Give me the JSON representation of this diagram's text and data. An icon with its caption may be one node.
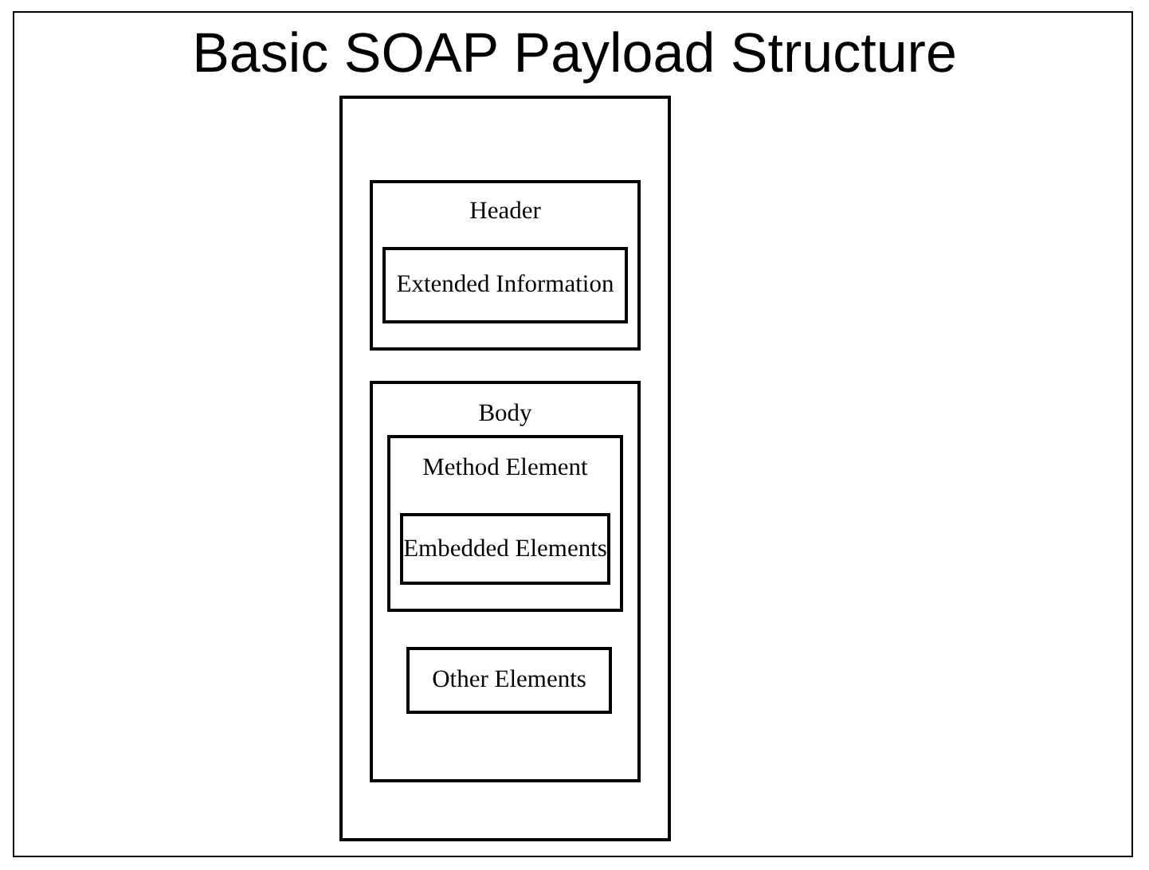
{
  "diagram": {
    "title": "Basic SOAP Payload Structure",
    "nodes": [
      {
        "text": [],
        "shape": "box"
      },
      {
        "text": [
          "Header"
        ],
        "in": 0
      },
      {
        "text": [
          "Extended Information"
        ],
        "in": 1
      },
      {
        "text": [
          "Body"
        ],
        "in": 0
      },
      {
        "text": [
          "Method Element"
        ],
        "in": 3
      },
      {
        "text": [
          "Embedded Elements"
        ],
        "in": 4
      },
      {
        "text": [
          "Other Elements"
        ],
        "in": 3
      }
    ]
  }
}
